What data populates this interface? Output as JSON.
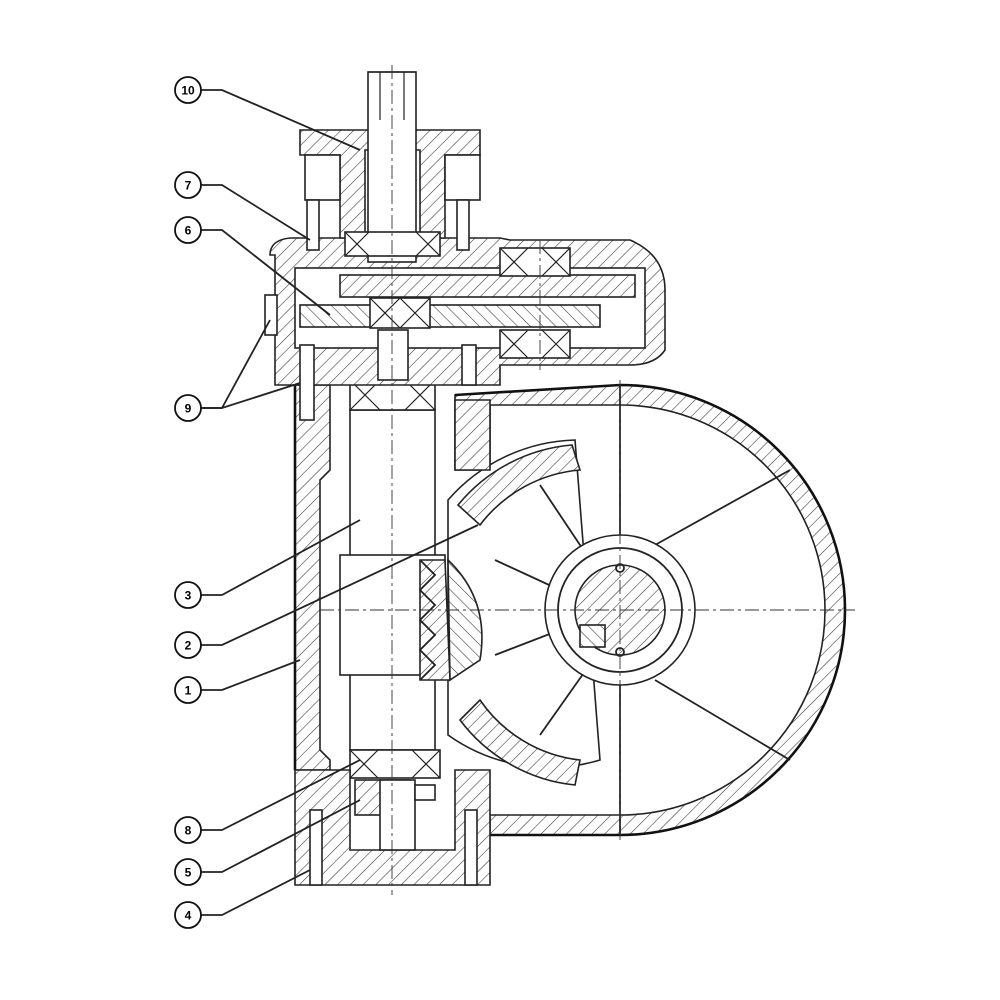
{
  "callouts": [
    {
      "id": "10",
      "label": "10"
    },
    {
      "id": "7",
      "label": "7"
    },
    {
      "id": "6",
      "label": "6"
    },
    {
      "id": "9",
      "label": "9"
    },
    {
      "id": "3",
      "label": "3"
    },
    {
      "id": "2",
      "label": "2"
    },
    {
      "id": "1",
      "label": "1"
    },
    {
      "id": "8",
      "label": "8"
    },
    {
      "id": "5",
      "label": "5"
    },
    {
      "id": "4",
      "label": "4"
    }
  ]
}
